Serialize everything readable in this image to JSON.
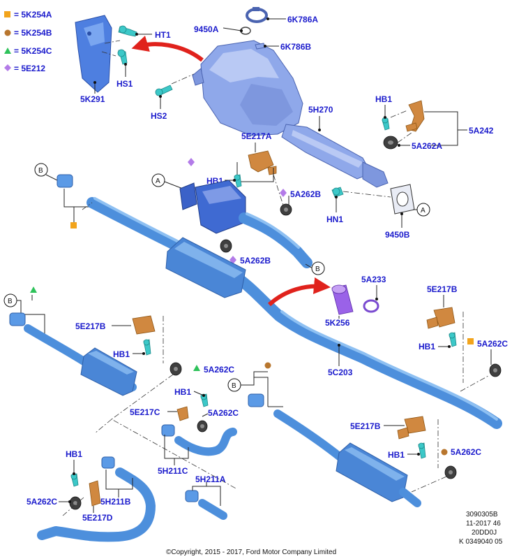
{
  "legend": [
    {
      "shape": "square",
      "color": "#f2a41c",
      "text": "= 5K254A"
    },
    {
      "shape": "circle",
      "color": "#b8762e",
      "text": "= 5K254B"
    },
    {
      "shape": "triangle",
      "color": "#2ec25a",
      "text": "= 5K254C"
    },
    {
      "shape": "diamond",
      "color": "#b37be8",
      "text": "= 5E212"
    }
  ],
  "labels": {
    "ht1": "HT1",
    "hs1": "HS1",
    "k5291": "5K291",
    "hs2": "HS2",
    "n9450a": "9450A",
    "k6786a": "6K786A",
    "k6786b": "6K786B",
    "h5270": "5H270",
    "hb1_top": "HB1",
    "a5242": "5A242",
    "a5262a": "5A262A",
    "e5217a": "5E217A",
    "hb1_mid": "HB1",
    "a5262b_upper": "5A262B",
    "hn1": "HN1",
    "n9450b": "9450B",
    "a5262b_lower": "5A262B",
    "a5233": "5A233",
    "k5256": "5K256",
    "e5217b_right": "5E217B",
    "hb1_right": "HB1",
    "a5262c_right": "5A262C",
    "c5203": "5C203",
    "e5217b_left": "5E217B",
    "hb1_left": "HB1",
    "a5262c_left": "5A262C",
    "hb1_center": "HB1",
    "e5217c": "5E217C",
    "a5262c_center": "5A262C",
    "h5211c": "5H211C",
    "h5211a": "5H211A",
    "hb1_bottomleft": "HB1",
    "a5262c_bottomleft": "5A262C",
    "h5211b": "5H211B",
    "e5217d": "5E217D",
    "e5217b_bottomright": "5E217B",
    "hb1_bottomright": "HB1",
    "a5262c_bottomright": "5A262C"
  },
  "callouts": {
    "a": "A",
    "b": "B"
  },
  "footer": {
    "ref_line1": "3090305B",
    "ref_line2": "11-2017 46",
    "ref_line3": "20DD0J",
    "ref_line4": "K 0349040 05",
    "copyright": "©Copyright, 2015 - 2017, Ford Motor Company Limited"
  },
  "colors": {
    "part_blue": "#4d8fdc",
    "label_blue": "#1a1acc",
    "bracket_orange": "#d08840",
    "bolt_cyan": "#3cc8c8",
    "arrow_red": "#e0221c",
    "purple_part": "#9a62e8"
  }
}
